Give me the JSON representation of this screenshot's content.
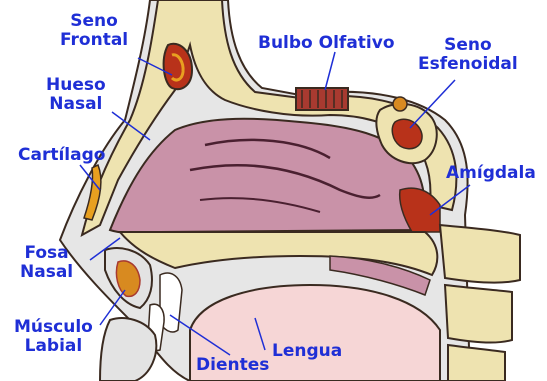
{
  "labels": {
    "seno_frontal": [
      "Seno",
      "Frontal"
    ],
    "bulbo_olfativo": "Bulbo Olfativo",
    "seno_esfenoidal": [
      "Seno",
      "Esfenoidal"
    ],
    "hueso_nasal": [
      "Hueso",
      "Nasal"
    ],
    "cartilago": "Cartílago",
    "amigdala": "Amígdala",
    "fosa_nasal": [
      "Fosa",
      "Nasal"
    ],
    "musculo_labial": [
      "Músculo",
      "Labial"
    ],
    "dientes": "Dientes",
    "lengua": "Lengua"
  },
  "colors": {
    "label_text": "#1f2fd6",
    "bone": "#eee3b0",
    "bone_outline": "#3a2a20",
    "cavity": "#c992a8",
    "sinus_red": "#b8321a",
    "tongue": "#f6d6d6",
    "skin": "#e3e3e3",
    "leader_line": "#1f2fd6"
  }
}
